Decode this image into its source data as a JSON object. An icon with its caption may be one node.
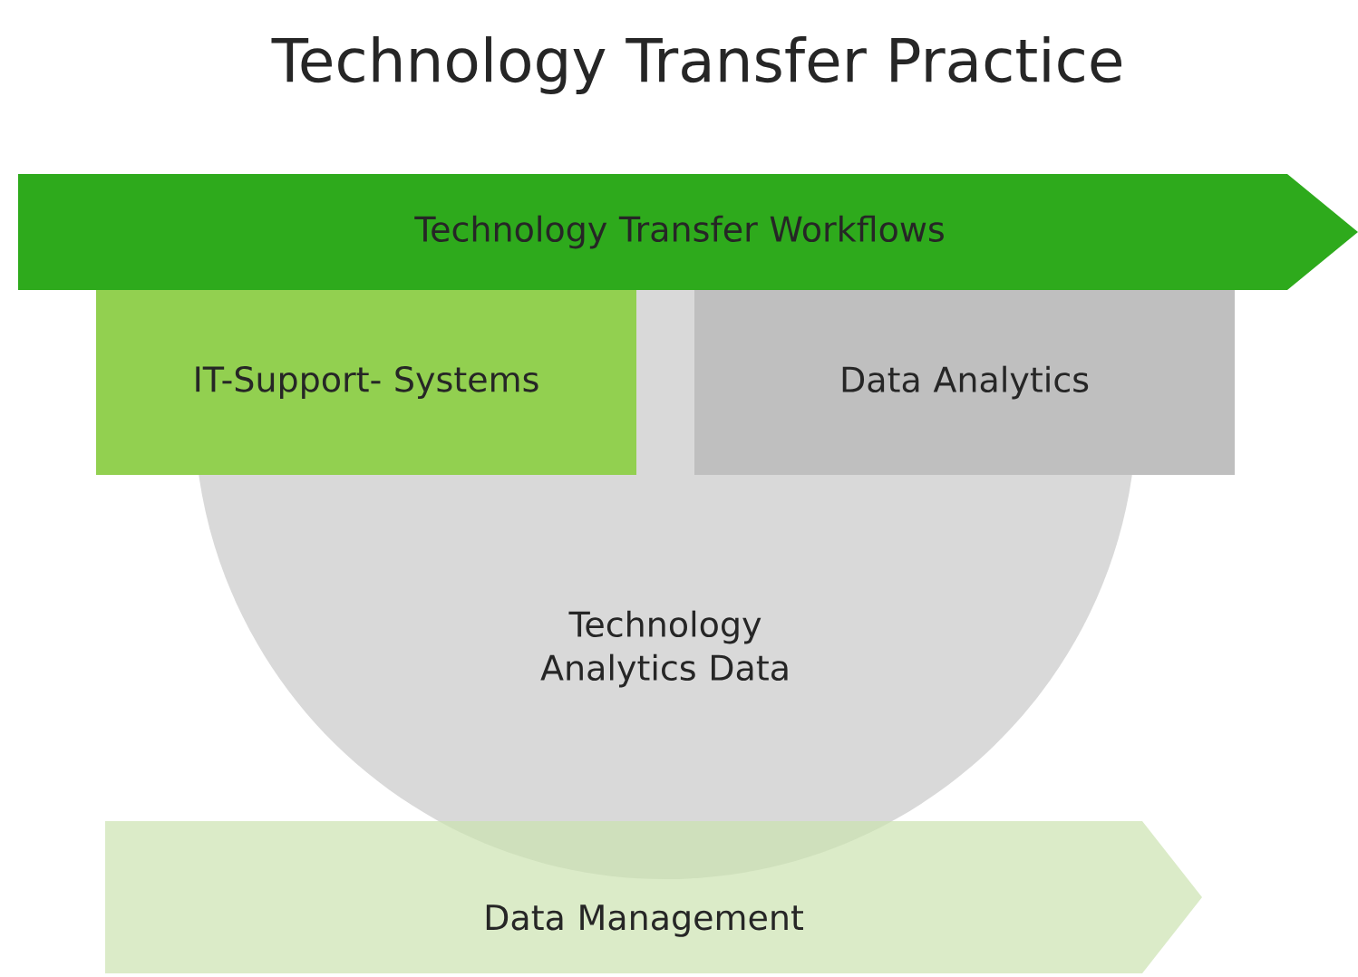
{
  "diagram": {
    "title": "Technology Transfer Practice",
    "nodes": [
      {
        "text": [
          "Technology Transfer Workflows"
        ]
      },
      {
        "text": [
          "IT-Support- Systems"
        ]
      },
      {
        "text": [
          "Data Analytics"
        ]
      },
      {
        "text": [
          "Technology Analytics Data"
        ]
      },
      {
        "text": [
          "Data Management"
        ]
      }
    ]
  }
}
